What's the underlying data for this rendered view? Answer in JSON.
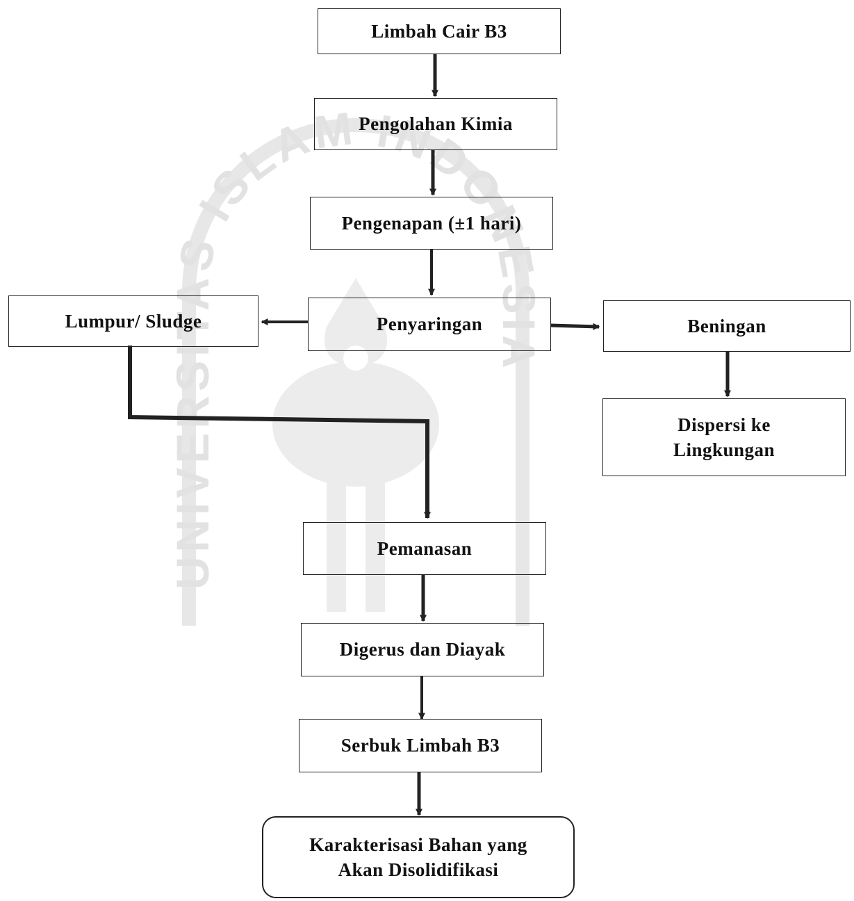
{
  "nodes": {
    "limbah_cair": "Limbah Cair B3",
    "pengolahan_kimia": "Pengolahan Kimia",
    "pengenapan": "Pengenapan (±1 hari)",
    "penyaringan": "Penyaringan",
    "lumpur": "Lumpur/ Sludge",
    "beningan": "Beningan",
    "dispersi_line1": "Dispersi ke",
    "dispersi_line2": "Lingkungan",
    "pemanasan": "Pemanasan",
    "digerus": "Digerus dan Diayak",
    "serbuk": "Serbuk Limbah B3",
    "karakterisasi_line1": "Karakterisasi Bahan yang",
    "karakterisasi_line2": "Akan Disolidifikasi"
  },
  "edges": [
    {
      "from": "limbah_cair",
      "to": "pengolahan_kimia"
    },
    {
      "from": "pengolahan_kimia",
      "to": "pengenapan"
    },
    {
      "from": "pengenapan",
      "to": "penyaringan"
    },
    {
      "from": "penyaringan",
      "to": "lumpur"
    },
    {
      "from": "penyaringan",
      "to": "beningan"
    },
    {
      "from": "beningan",
      "to": "dispersi"
    },
    {
      "from": "lumpur",
      "to": "pemanasan"
    },
    {
      "from": "pemanasan",
      "to": "digerus"
    },
    {
      "from": "digerus",
      "to": "serbuk"
    },
    {
      "from": "serbuk",
      "to": "karakterisasi"
    }
  ],
  "watermark": {
    "arc_text": "UNIVERSITAS ISLAM INDONESIA"
  }
}
